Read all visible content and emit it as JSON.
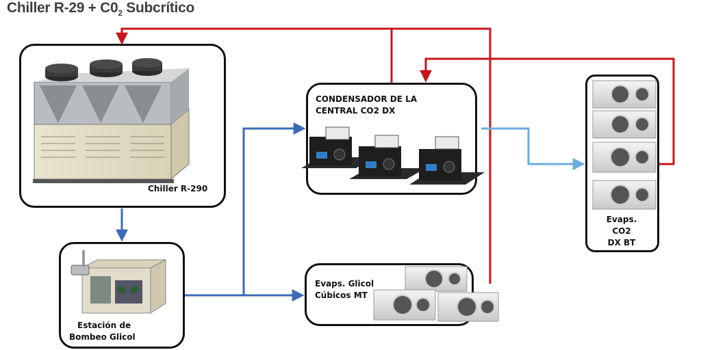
{
  "title": {
    "main": "Chiller R-29 + C0",
    "sub": "2",
    "suffix": " Subcrítico"
  },
  "nodes": {
    "chiller": {
      "label": "Chiller R-290"
    },
    "pump": {
      "line1": "Estación de",
      "line2": "Bombeo Glicol"
    },
    "condenser": {
      "line1": "CONDENSADOR DE LA",
      "line2": "CENTRAL CO2 DX"
    },
    "evap_mt": {
      "line1": "Evaps. Glicol",
      "line2": "Cúbicos MT"
    },
    "evap_bt": {
      "line1": "Evaps.",
      "line2": "CO2",
      "line3": "DX BT"
    }
  },
  "colors": {
    "hot_line": "#c8151b",
    "glycol_line": "#3c6ab8",
    "co2_line": "#6aaee0",
    "border": "#111111"
  },
  "icons": [
    "chiller-unit-image",
    "pump-station-image",
    "compressor-rack-image",
    "cubic-evaporator-image",
    "wall-evaporator-image"
  ]
}
